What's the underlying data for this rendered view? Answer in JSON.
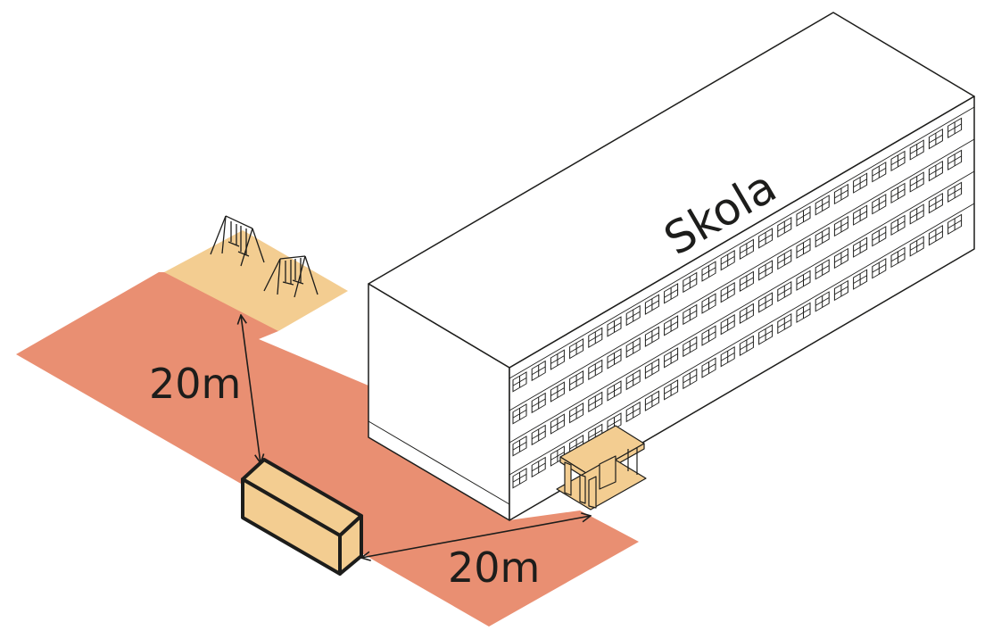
{
  "building": {
    "label": "Skola"
  },
  "distances": {
    "playground": {
      "label": "20m"
    },
    "entrance": {
      "label": "20m"
    }
  },
  "colors": {
    "zone": "#e98f72",
    "playground": "#f3cd91",
    "container": "#f3cd91",
    "outline": "#1d1d1b"
  },
  "building_grid": {
    "floors": 4,
    "windows_per_floor": 24
  }
}
